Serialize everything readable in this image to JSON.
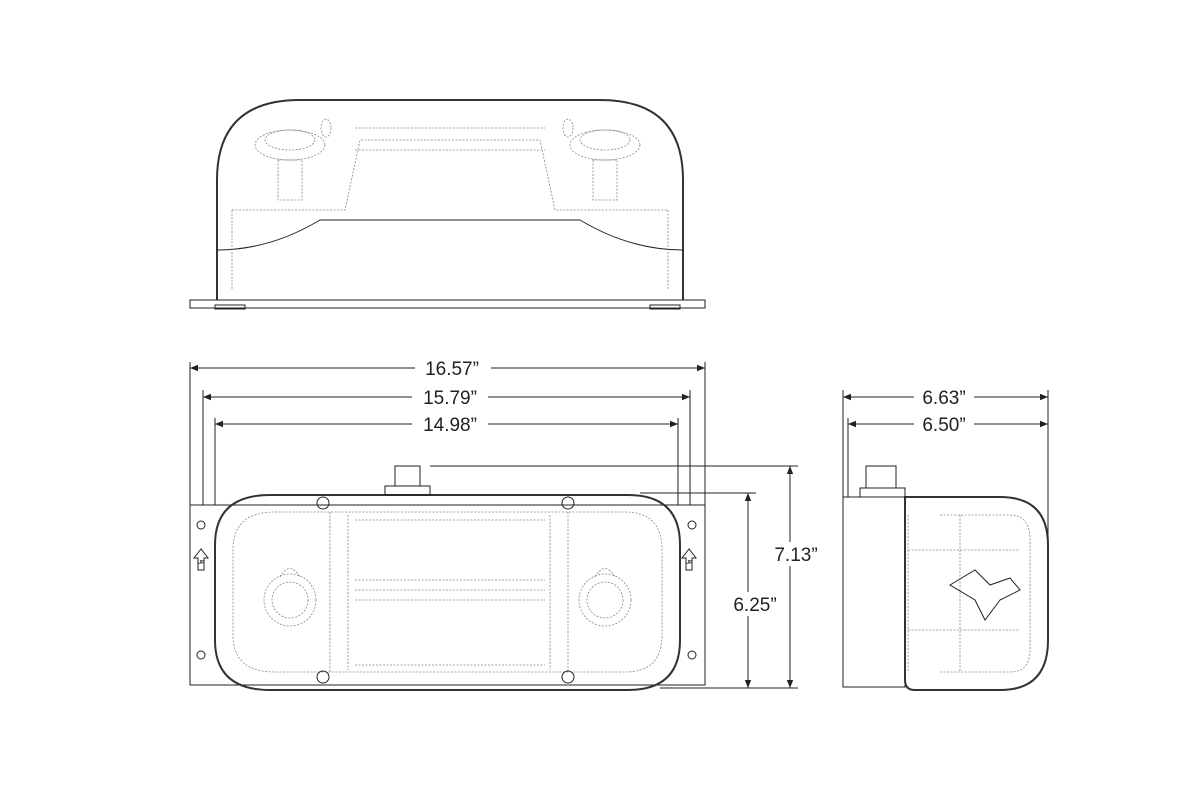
{
  "drawing": {
    "dimensions_front": {
      "overall_width": "16.57”",
      "mid_width": "15.79”",
      "inner_width": "14.98”"
    },
    "dimensions_height": {
      "overall_height": "7.13”",
      "body_height": "6.25”"
    },
    "dimensions_side": {
      "overall_depth": "6.63”",
      "body_depth": "6.50”"
    },
    "mount_label_left": "UP",
    "mount_label_right": "UP"
  }
}
